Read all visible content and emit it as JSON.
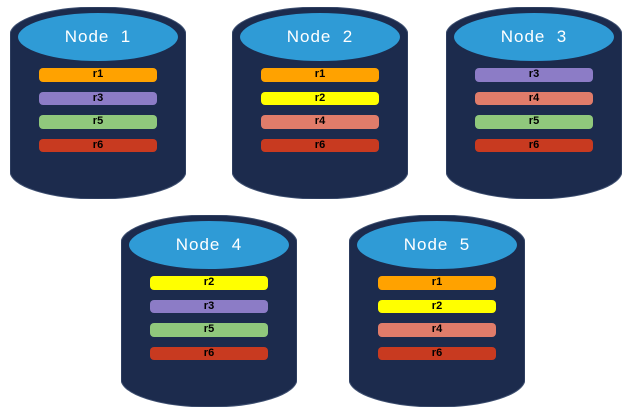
{
  "colors": {
    "background": "#ffffff",
    "cylinder_body": "#1c2b4d",
    "cylinder_outline": "#3e4f70",
    "cylinder_top": "#2f9bd6",
    "replicas": {
      "r1": "#ffa200",
      "r2": "#ffff00",
      "r3": "#8c7cc6",
      "r4": "#e07c6a",
      "r5": "#90c87c",
      "r6": "#c83a20"
    }
  },
  "nodes": [
    {
      "title": "Node  1",
      "bars": [
        {
          "label": "r1",
          "color": "#ffa200"
        },
        {
          "label": "r3",
          "color": "#8c7cc6"
        },
        {
          "label": "r5",
          "color": "#90c87c"
        },
        {
          "label": "r6",
          "color": "#c83a20"
        }
      ]
    },
    {
      "title": "Node  2",
      "bars": [
        {
          "label": "r1",
          "color": "#ffa200"
        },
        {
          "label": "r2",
          "color": "#ffff00"
        },
        {
          "label": "r4",
          "color": "#e07c6a"
        },
        {
          "label": "r6",
          "color": "#c83a20"
        }
      ]
    },
    {
      "title": "Node  3",
      "bars": [
        {
          "label": "r3",
          "color": "#8c7cc6"
        },
        {
          "label": "r4",
          "color": "#e07c6a"
        },
        {
          "label": "r5",
          "color": "#90c87c"
        },
        {
          "label": "r6",
          "color": "#c83a20"
        }
      ]
    },
    {
      "title": "Node  4",
      "bars": [
        {
          "label": "r2",
          "color": "#ffff00"
        },
        {
          "label": "r3",
          "color": "#8c7cc6"
        },
        {
          "label": "r5",
          "color": "#90c87c"
        },
        {
          "label": "r6",
          "color": "#c83a20"
        }
      ]
    },
    {
      "title": "Node  5",
      "bars": [
        {
          "label": "r1",
          "color": "#ffa200"
        },
        {
          "label": "r2",
          "color": "#ffff00"
        },
        {
          "label": "r4",
          "color": "#e07c6a"
        },
        {
          "label": "r6",
          "color": "#c83a20"
        }
      ]
    }
  ]
}
